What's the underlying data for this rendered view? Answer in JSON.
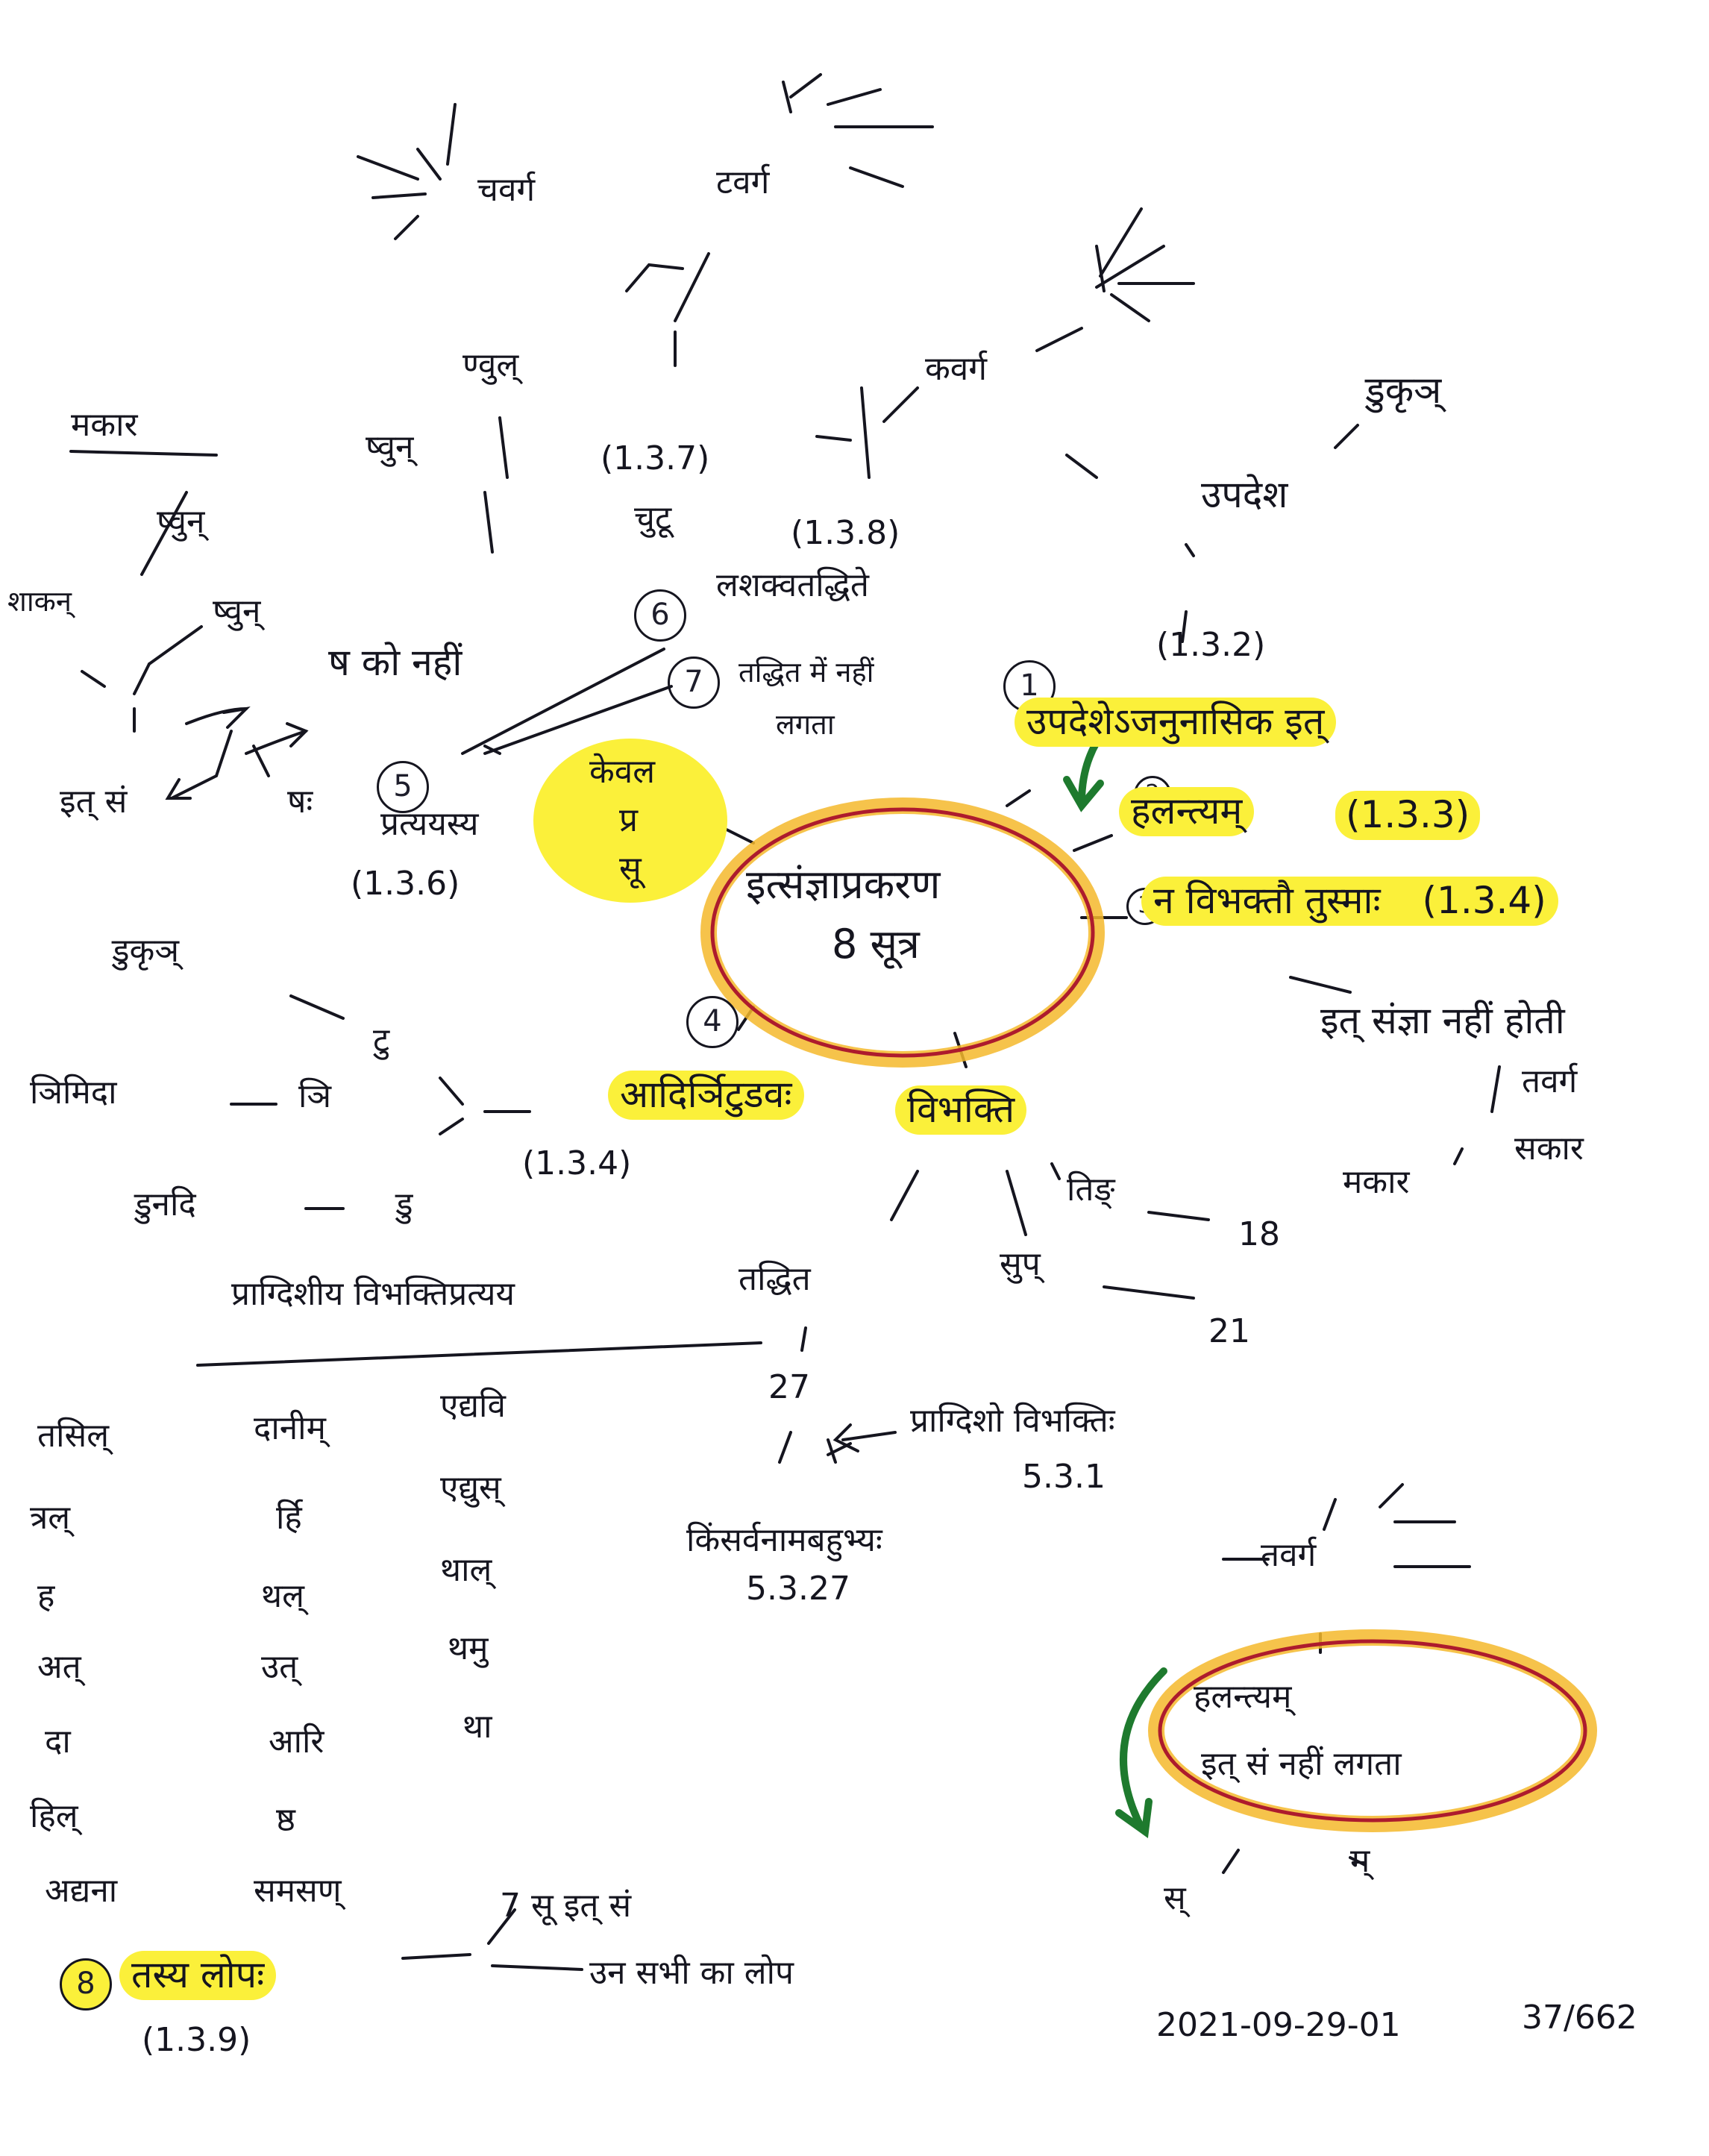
{
  "center": {
    "line1": "इत्संज्ञाप्रकरण",
    "line2": "8 सूत्र"
  },
  "labels": {
    "n1": "1",
    "n2": "2",
    "n3": "3",
    "n4": "4",
    "n5": "5",
    "n6": "6",
    "n7": "7",
    "n8": "8",
    "sutra1": "उपदेशेऽजनुनासिक इत्",
    "sutra2": "हलन्त्यम्",
    "sutra2_ref": "(1.3.3)",
    "sutra3": "न विभक्तौ तुस्माः",
    "sutra3_ref": "(1.3.4)",
    "sutra3_note": "इत् संज्ञा नहीं होती",
    "sutra3_tavarga": "तवर्ग",
    "sutra3_sakara": "सकार",
    "sutra3_makara": "मकार",
    "sutra4": "आदिर्ञिटुडवः",
    "sutra4_ref": "(1.3.4)",
    "sutra4_nii": "ञि",
    "sutra4_tu": "टु",
    "sutra4_du": "डु",
    "sutra4_nimida": "ञिमिदा",
    "sutra4_dunadi": "डुनदि",
    "sutra4_dukrin": "डुकृञ्",
    "sutra5": "प्रत्ययस्य",
    "sutra5_ref": "(1.3.6)",
    "kevala_line1": "केवल",
    "kevala_line2": "प्र",
    "kevala_line3": "सू",
    "sutra7": "लशक्वतद्धिते",
    "sutra7_sub1": "तद्धित में नहीं",
    "sutra7_sub2": "लगता",
    "sha_no": "ष को नहीं",
    "sutra137_ref": "(1.3.7)",
    "sutra137_name": "चुटू",
    "cavarga": "चवर्ग",
    "tavarga_top": "टवर्ग",
    "nvul": "ण्वुल्",
    "shvun": "ष्वुन्",
    "shikaka": "शाकन्",
    "vun": "ष्वुन्",
    "it_s": "इत् सं",
    "ba": "षः",
    "makara_head": "मकार",
    "sutra138_ref": "(1.3.8)",
    "kavarga": "कवर्ग",
    "sutra132_ref": "(1.3.2)",
    "upadesha": "उपदेश",
    "dukrin": "डुकृञ्",
    "vibhakti": "विभक्ति",
    "tin": "तिङ्",
    "tin_n": "18",
    "sup": "सुप्",
    "sup_n": "21",
    "taddhita": "तद्धित",
    "taddhita_n": "27",
    "pragdisho": "प्राग्दिशो विभक्तिः",
    "pragdisho_ref": "5.3.1",
    "kimsarvanama": "किंसर्वनामबहुभ्यः",
    "kimsarvanama_ref": "5.3.27",
    "pradishiya": "प्राग्दिशीय विभक्तिप्रत्यय",
    "col1": [
      "तसिल्",
      "त्रल्",
      "ह",
      "अत्",
      "दा",
      "हिल्",
      "अद्यना"
    ],
    "col2": [
      "दानीम्",
      "र्हि",
      "थल्",
      "उत्",
      "आरि",
      "ष्ठ",
      "समसण्"
    ],
    "col3": [
      "एद्यवि",
      "एद्युस्",
      "थाल्",
      "थमु",
      "था"
    ],
    "tavarga_right": "तवर्ग",
    "halantya_line1": "हलन्त्यम्",
    "halantya_line2": "इत् सं नहीं लगता",
    "sa": "स्",
    "ma": "म्",
    "tasya": "तस्य लोपः",
    "tasya_ref": "(1.3.9)",
    "seven_su": "7 सू इत् सं",
    "unsabhi": "उन सभी का लोप",
    "date": "2021-09-29-01",
    "page": "37/662"
  },
  "colors": {
    "highlight": "#fbf03a",
    "circle_stroke": "#ad1b2d",
    "circle_glow": "#f5b82c",
    "arrow_green": "#1e7a2e",
    "ink": "#15151f"
  }
}
